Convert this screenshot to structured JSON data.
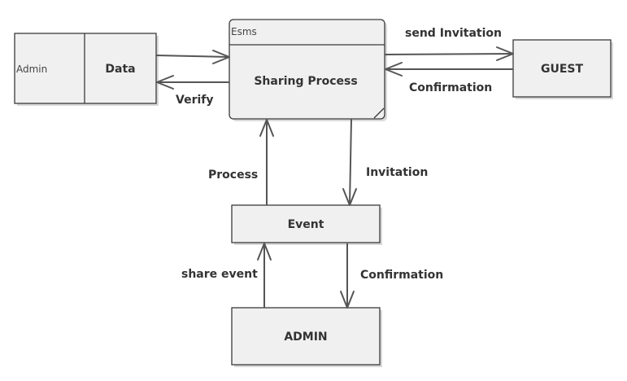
{
  "nodes": {
    "data_store": {
      "id_label": "Admin",
      "label": "Data"
    },
    "process": {
      "tag": "Esms",
      "label": "Sharing Process"
    },
    "guest": {
      "label": "GUEST"
    },
    "event": {
      "label": "Event"
    },
    "admin": {
      "label": "ADMIN"
    }
  },
  "edges": {
    "data_to_process": "",
    "verify": "Verify",
    "send_invitation": "send Invitation",
    "confirmation_guest": "Confirmation",
    "process_up": "Process",
    "invitation": "Invitation",
    "share_event": "share event",
    "confirmation_admin": "Confirmation"
  }
}
